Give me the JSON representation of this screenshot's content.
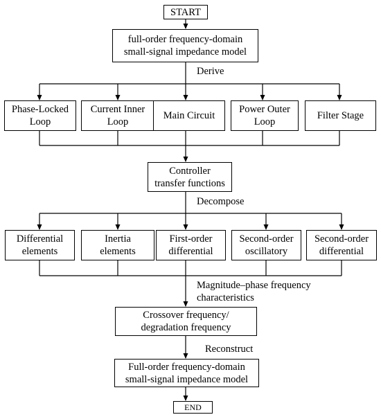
{
  "nodes": {
    "start": {
      "lines": [
        "START"
      ]
    },
    "full_model_top": {
      "lines": [
        "full-order frequency-domain",
        "small-signal impedance model"
      ]
    },
    "pll": {
      "lines": [
        "Phase-Locked",
        "Loop"
      ]
    },
    "current_inner": {
      "lines": [
        "Current Inner",
        "Loop"
      ]
    },
    "main_circuit": {
      "lines": [
        "Main Circuit"
      ]
    },
    "power_outer": {
      "lines": [
        "Power Outer",
        "Loop"
      ]
    },
    "filter_stage": {
      "lines": [
        "Filter Stage"
      ]
    },
    "controller_tf": {
      "lines": [
        "Controller",
        "transfer functions"
      ]
    },
    "differential": {
      "lines": [
        "Differential",
        "elements"
      ]
    },
    "inertia": {
      "lines": [
        "Inertia",
        "elements"
      ]
    },
    "first_order": {
      "lines": [
        "First-order",
        "differential"
      ]
    },
    "second_osc": {
      "lines": [
        "Second-order",
        "oscillatory"
      ]
    },
    "second_diff": {
      "lines": [
        "Second-order",
        "differential"
      ]
    },
    "crossover": {
      "lines": [
        "Crossover frequency/",
        "degradation frequency"
      ]
    },
    "full_model_bottom": {
      "lines": [
        "Full-order frequency-domain",
        "small-signal impedance model"
      ]
    },
    "end": {
      "lines": [
        "END"
      ]
    }
  },
  "edge_labels": {
    "derive": "Derive",
    "decompose": "Decompose",
    "magnitude_line1": "Magnitude–phase frequency",
    "magnitude_line2": "characteristics",
    "reconstruct": "Reconstruct"
  }
}
